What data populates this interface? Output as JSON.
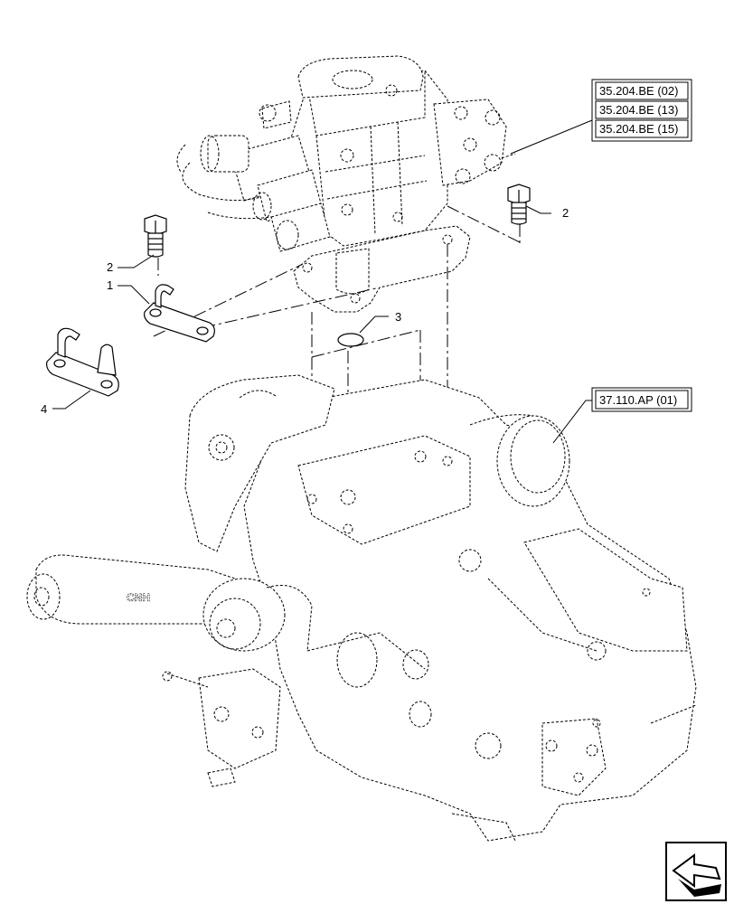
{
  "callouts": {
    "part_1": "1",
    "part_2_left": "2",
    "part_2_right": "2",
    "part_3": "3",
    "part_4": "4"
  },
  "references": {
    "valve_refs": [
      "35.204.BE (02)",
      "35.204.BE (13)",
      "35.204.BE (15)"
    ],
    "housing_ref": "37.110.AP (01)"
  },
  "housing_logo": "CNH",
  "icons": {
    "nav": "next-page-arrow-icon"
  }
}
